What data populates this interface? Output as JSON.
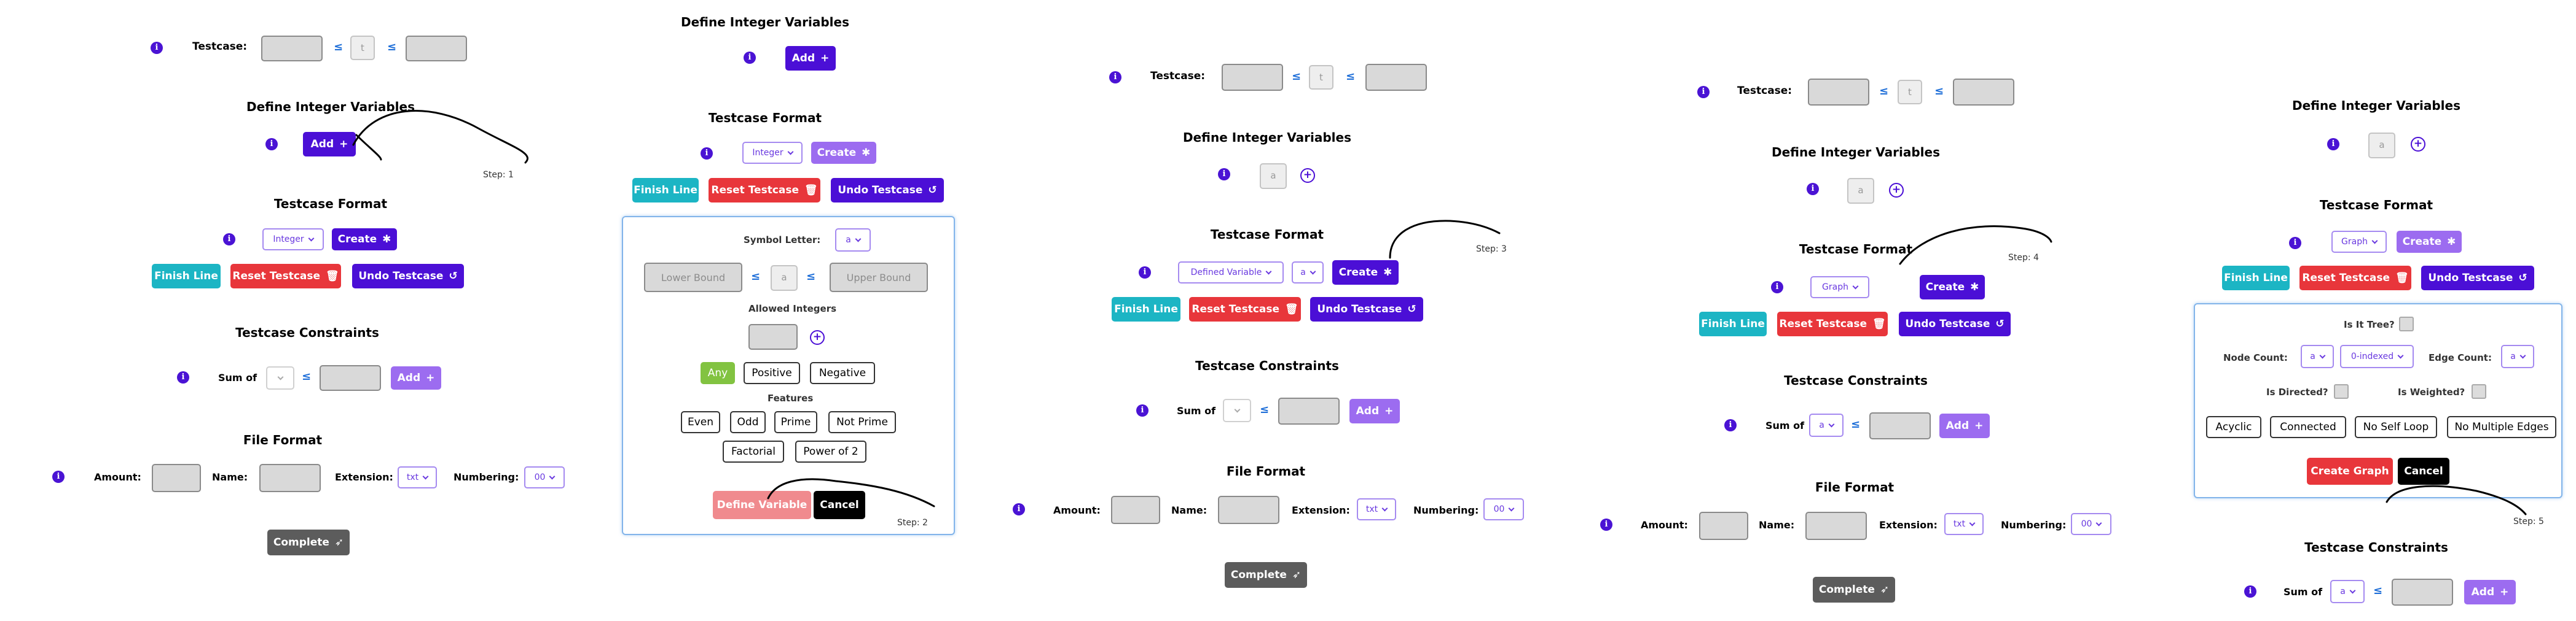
{
  "labels": {
    "testcase": "Testcase:",
    "define_integer_variables": "Define Integer Variables",
    "testcase_format": "Testcase Format",
    "testcase_constraints": "Testcase Constraints",
    "file_format": "File Format",
    "sum_of": "Sum of",
    "amount": "Amount:",
    "name": "Name:",
    "extension": "Extension:",
    "numbering": "Numbering:",
    "t": "t",
    "le": "≤",
    "a": "a",
    "info": "i"
  },
  "buttons": {
    "add": "Add",
    "create": "Create",
    "finish_line": "Finish Line",
    "reset_testcase": "Reset Testcase",
    "undo_testcase": "Undo Testcase",
    "complete": "Complete",
    "define_variable": "Define Variable",
    "cancel": "Cancel",
    "create_graph": "Create Graph"
  },
  "selects": {
    "integer": "Integer",
    "defined_variable": "Defined Variable",
    "graph": "Graph",
    "a": "a",
    "txt": "txt",
    "numbering": "00",
    "zero_indexed": "0-indexed"
  },
  "define_panel": {
    "symbol_letter": "Symbol Letter:",
    "lower_bound": "Lower Bound",
    "upper_bound": "Upper Bound",
    "allowed_integers": "Allowed Integers",
    "features": "Features",
    "sign_options": [
      "Any",
      "Positive",
      "Negative"
    ],
    "feature_row1": [
      "Even",
      "Odd",
      "Prime",
      "Not Prime"
    ],
    "feature_row2": [
      "Factorial",
      "Power of 2"
    ]
  },
  "graph_panel": {
    "is_it_tree": "Is It Tree?",
    "node_count": "Node Count:",
    "edge_count": "Edge Count:",
    "is_directed": "Is Directed?",
    "is_weighted": "Is Weighted?",
    "options": [
      "Acyclic",
      "Connected",
      "No Self Loop",
      "No Multiple Edges"
    ]
  },
  "steps": [
    "Step: 1",
    "Step: 2",
    "Step: 3",
    "Step: 4",
    "Step: 5"
  ],
  "colors": {
    "primary": "#4b0fd6",
    "primary_light": "#9c6cf0",
    "teal": "#1cb5c4",
    "danger": "#e8363b",
    "complete": "#5c5c5c",
    "lte": "#1f6fd8",
    "panel_border": "#82b4ea"
  },
  "icons": {
    "info": "info-icon",
    "plus": "plus-icon",
    "gear": "gear-icon",
    "trash": "trash-icon",
    "undo": "undo-icon",
    "rocket": "rocket-icon",
    "chevron": "chevron-down-icon"
  }
}
